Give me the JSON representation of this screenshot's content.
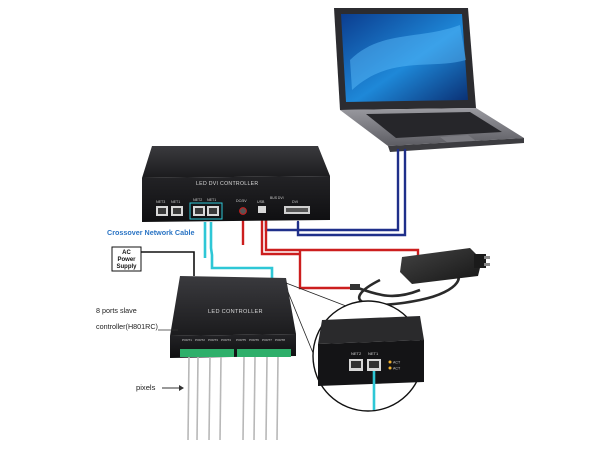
{
  "labels": {
    "crossover": "Crossover Network Cable",
    "ac_line1": "AC",
    "ac_line2": "Power",
    "ac_line3": "Supply",
    "slave_line1": "8 ports slave",
    "slave_line2": "controller(H801RC)",
    "pixels": "pixels"
  },
  "master": {
    "title": "LED DVI CONTROLLER",
    "ports": [
      "NET3",
      "NET1",
      "NET2",
      "NET1"
    ],
    "dc_label": "DC/5V",
    "usb_label": "USB",
    "dvi_label": "DVI",
    "brd_label": "BUS DVI"
  },
  "slave": {
    "title": "LED CONTROLLER",
    "ports": [
      "PORT1",
      "PORT2",
      "PORT3",
      "PORT4",
      "PORT5",
      "PORT6",
      "PORT7",
      "PORT8"
    ]
  },
  "inset": {
    "net2": "NET2",
    "net1": "NET1",
    "act": "ACT",
    "act2": "ACT"
  },
  "colors": {
    "blue_cable": "#1f2f8a",
    "red_cable": "#cc1e1e",
    "cyan_cable": "#2ec7d6",
    "label_blue": "#2a74c4",
    "device_body": "#1c1c1e"
  }
}
